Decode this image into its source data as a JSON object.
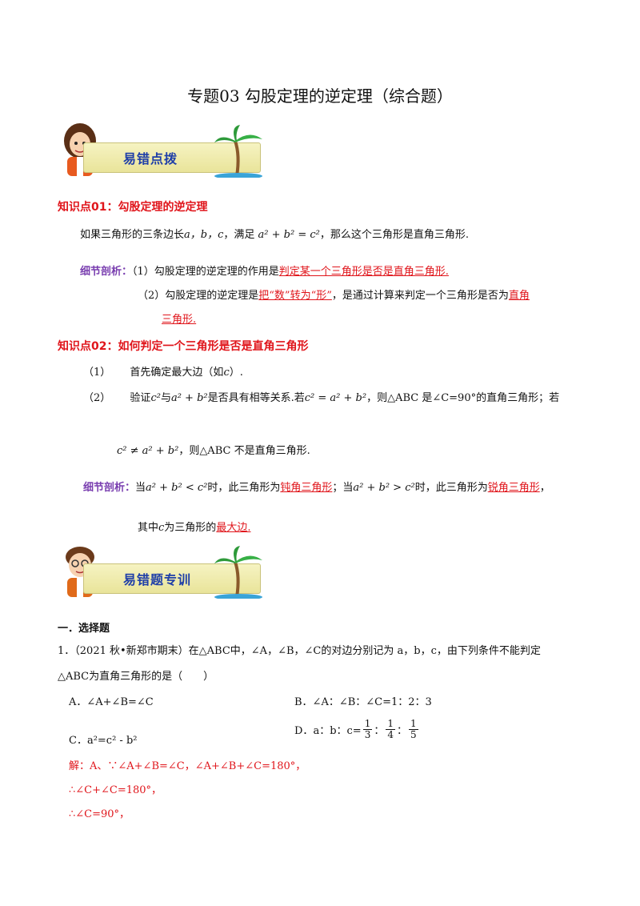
{
  "title": "专题03 勾股定理的逆定理（综合题）",
  "banner1": {
    "label": "易错点拨",
    "icons": [
      "girl-figure-icon",
      "palm-tree-icon"
    ]
  },
  "banner2": {
    "label": "易错题专训",
    "icons": [
      "boy-figure-icon",
      "palm-tree-icon"
    ]
  },
  "kp1": {
    "heading": "知识点01：勾股定理的逆定理",
    "statement_a": "如果三角形的三条边长",
    "sides": "a，b，c",
    "statement_b": "，满足",
    "formula": "a² + b² = c²",
    "statement_c": "，那么这个三角形是直角三角形."
  },
  "detail1": {
    "label": "细节剖析：",
    "p1_a": "（1）勾股定理的逆定理的作用是",
    "p1_red": "判定某一个三角形是否是直角三角形.",
    "p2_a": "（2）勾股定理的逆定理是",
    "p2_red": "把“数”转为“形”",
    "p2_b": "，是通过计算来判定一个三角形是否为",
    "p2_red2a": "直角",
    "p2_red2b": "三角形."
  },
  "kp2": {
    "heading": "知识点02：如何判定一个三角形是否是直角三角形",
    "s1_num": "（1）",
    "s1_text": "首先确定最大边（如",
    "s1_var": "c",
    "s1_end": "）.",
    "s2_num": "（2）",
    "s2_a": "验证",
    "s2_c2": "c²",
    "s2_with": "与",
    "s2_sum": "a² + b²",
    "s2_b": "是否具有相等关系.若",
    "s2_eq": "c² = a² + b²",
    "s2_c": "，则△ABC 是∠C=90°的直角三角形；若",
    "s3_neq": "c² ≠ a² + b²",
    "s3_text": "，则△ABC 不是直角三角形."
  },
  "detail2": {
    "label": "细节剖析：",
    "a": "当",
    "lt": "a² + b² < c²",
    "b": "时，此三角形为",
    "obtuse": "钝角三角形",
    "c": "；当",
    "gt": "a² + b² > c²",
    "d": "时，此三角形为",
    "acute": "锐角三角形",
    "e": "，",
    "f": "其中",
    "var": "c",
    "g": "为三角形的",
    "longest": "最大边."
  },
  "section": "一．选择题",
  "question": {
    "number": "1．",
    "line1": "（2021 秋•新郑市期末）在△ABC中，∠A，∠B，∠C的对边分别记为 a，b，c，由下列条件不能判定",
    "line2": "△ABC为直角三角形的是（　　）",
    "optA": "A．∠A+∠B=∠C",
    "optB": "B．∠A：∠B：∠C=1：2：3",
    "optC": "C．a²=c² - b²",
    "optD_prefix": "D．",
    "optD_expr": "a：b：c=",
    "optD_fracs": [
      {
        "num": "1",
        "den": "3"
      },
      {
        "num": "1",
        "den": "4"
      },
      {
        "num": "1",
        "den": "5"
      }
    ],
    "optD_sep": "："
  },
  "solution": [
    "解：A、∵∠A+∠B=∠C，∠A+∠B+∠C=180°，",
    "∴∠C+∠C=180°，",
    "∴∠C=90°，"
  ]
}
